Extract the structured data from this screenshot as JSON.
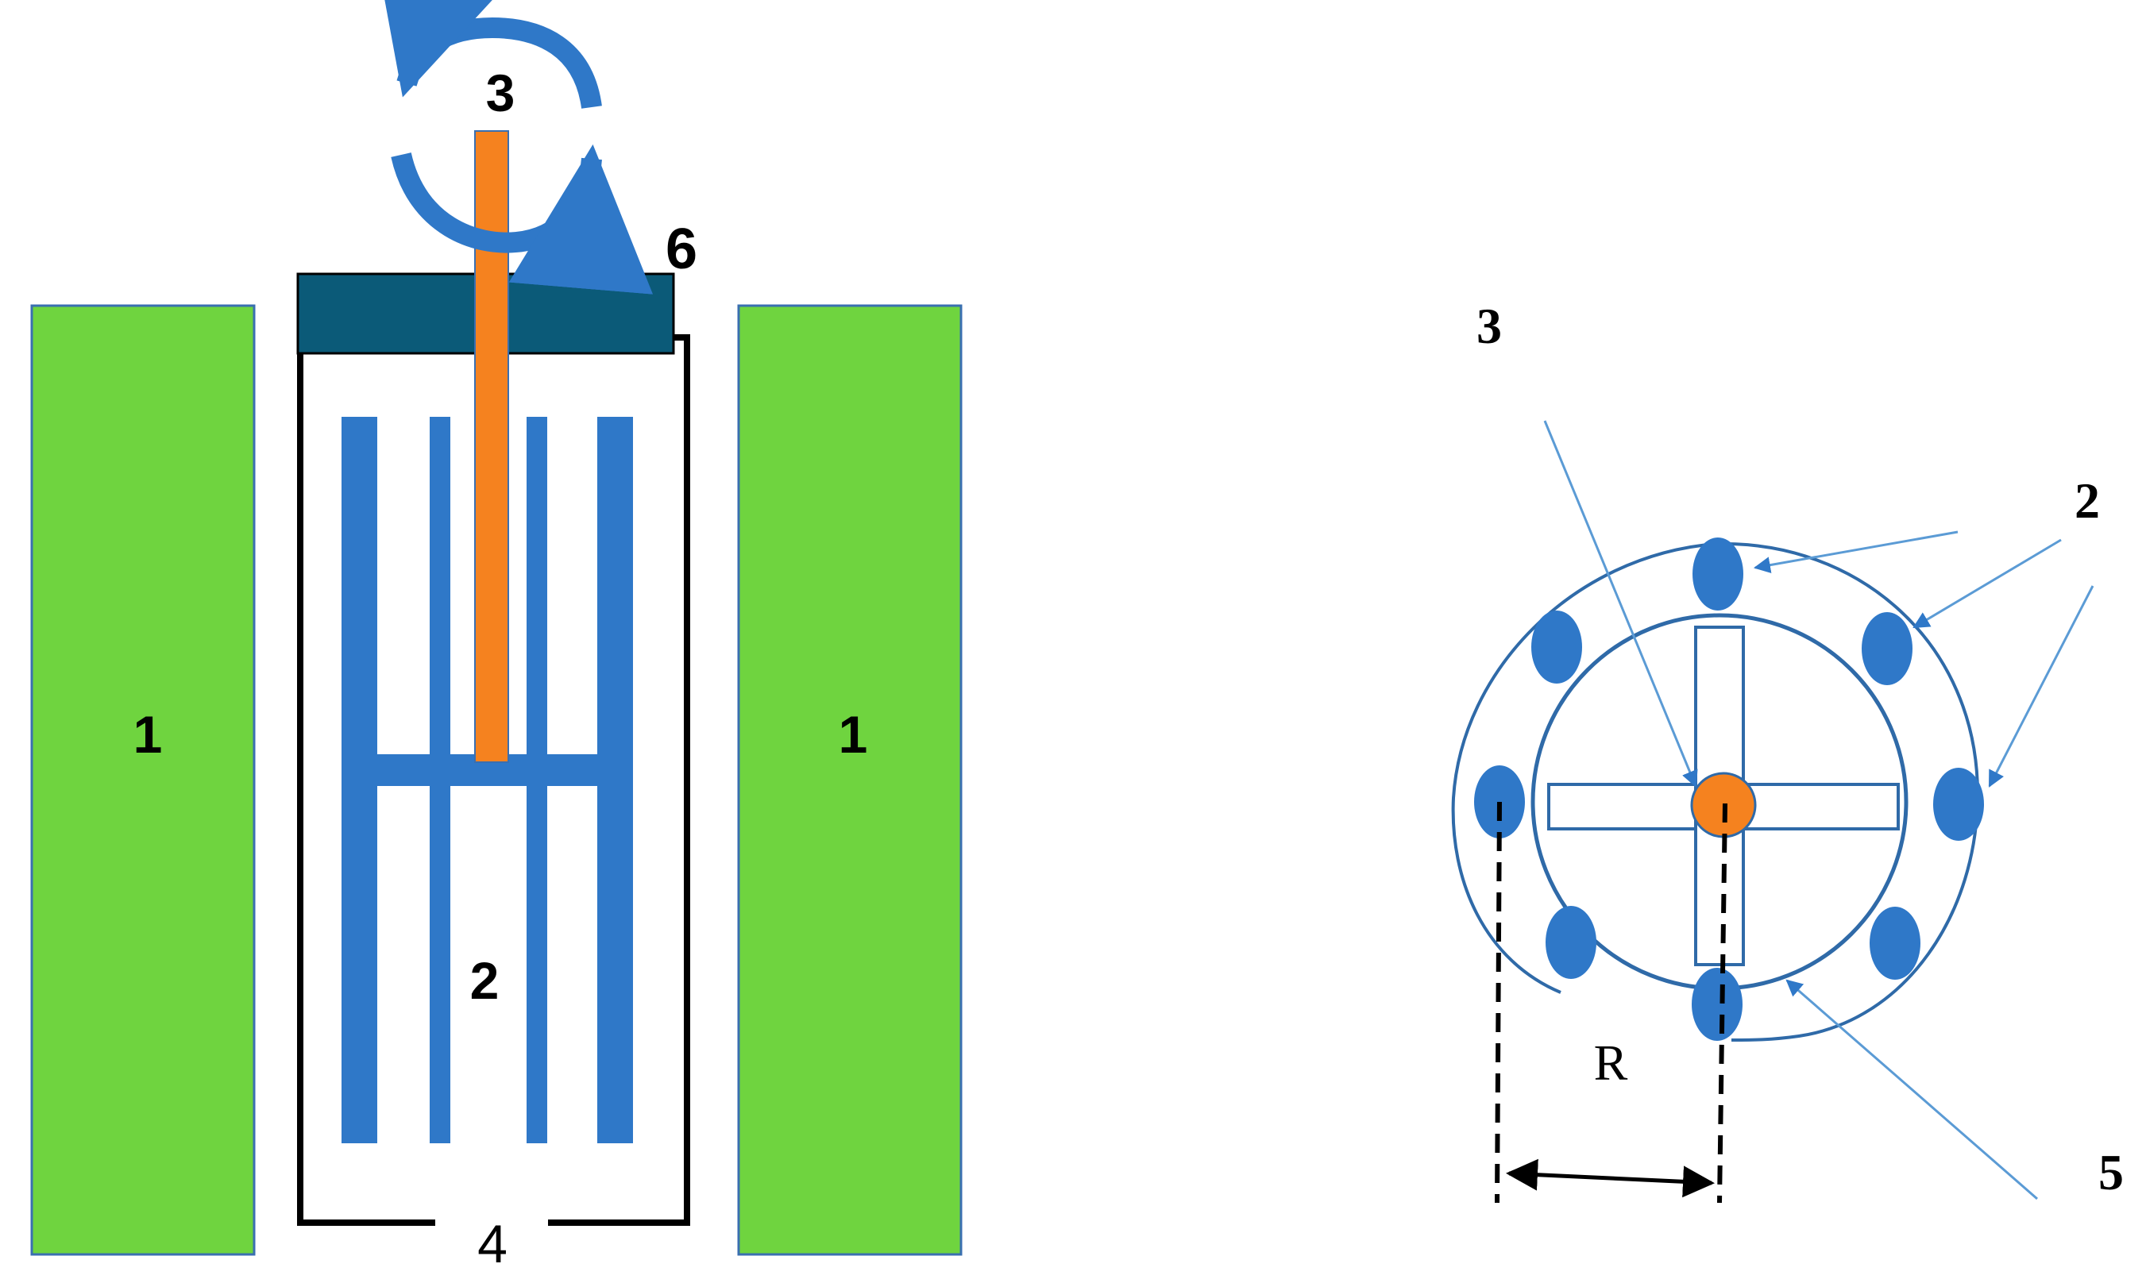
{
  "side_view": {
    "heater_left_label": "1",
    "heater_right_label": "1",
    "electrodes_label": "2",
    "shaft_label": "3",
    "crucible_label": "4",
    "lid_label": "6",
    "colors": {
      "heater": "#6fd43f",
      "electrode": "#2f78c8",
      "shaft": "#f5821f",
      "lid": "#0b5a78",
      "rotation_arrow": "#2f78c8",
      "outline": "#000000"
    }
  },
  "top_view": {
    "electrodes_label": "2",
    "shaft_label": "3",
    "ring_label": "5",
    "radius_label": "R",
    "colors": {
      "electrode": "#2f78c8",
      "shaft": "#f5821f",
      "ring": "#2f6aa8",
      "leader": "#5b9bd5"
    }
  }
}
